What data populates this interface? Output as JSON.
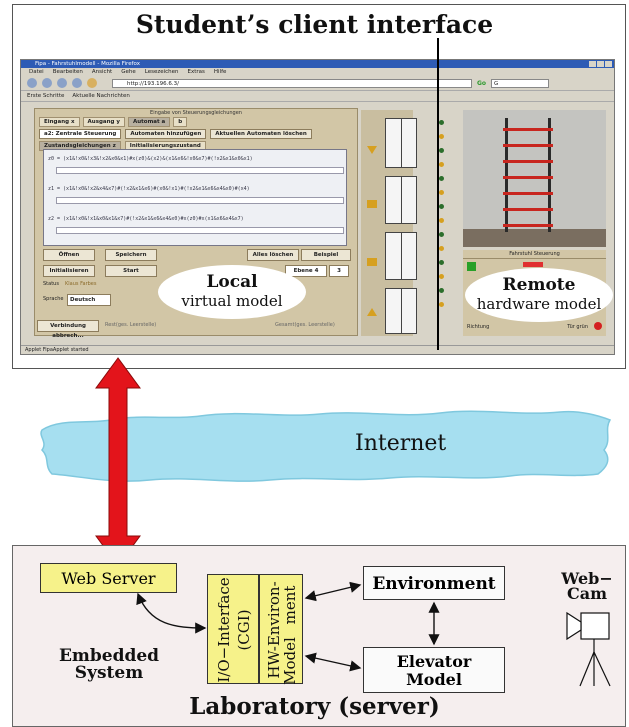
{
  "client": {
    "title": "Student’s client interface",
    "browser": {
      "window_title": "Fipa - Fahrstuhlmodell - Mozilla Firefox",
      "menu": [
        "Datei",
        "Bearbeiten",
        "Ansicht",
        "Gehe",
        "Lesezeichen",
        "Extras",
        "Hilfe"
      ],
      "url": "http://193.196.6.3/",
      "go_label": "Go",
      "search_value": "G",
      "bookmarks": [
        "Erste Schritte",
        "Aktuelle Nachrichten"
      ],
      "status": "Applet FipaApplet started"
    },
    "applet": {
      "header": "Eingabe von Steuerungsgleichungen",
      "tabs": [
        "Eingang x",
        "Ausgang y",
        "Automat a",
        "b"
      ],
      "controller_select": "a2: Zentrale Steuerung",
      "add_automaton": "Automaten hinzufügen",
      "update_automaton": "Aktuellen Automaten löschen",
      "subtabs": [
        "Zustandsgleichungen z",
        "Initialisierungszustand"
      ],
      "equations": [
        "z0 = (x1&!x0&!x3&!x2&x0&x1)#x(z0)&(x2)&(x1&x6&!x0&x7)#(!x2&x1&x0&x1)",
        "z1 = (x1&!x0&!x2&x4&x7)#(!x2&x1&x6)#(x0&!x1)#(!x2&x1&x6&x4&x0)#(x4)",
        "z2 = (x1&!x0&!x1&x0&x1&x7)#(!x2&x1&x6&x4&x0)#x(z0)#x(x1&x6&x4&x7)"
      ],
      "buttons": {
        "open": "Öffnen",
        "save": "Speichern",
        "clear_all": "Alles löschen",
        "example": "Beispiel",
        "initialize": "Initialisieren",
        "start": "Start",
        "connect": "Verbindung abbrech..."
      },
      "status_label": "Status",
      "status_value": "Klaus Farbes",
      "language_label": "Sprache",
      "language_value": "Deutsch",
      "speed_value": "Ebene 4",
      "speed_num": "3",
      "footer_left": "Rest(ges. Leerstelle)",
      "footer_right": "Gesamt(ges. Leerstelle)"
    },
    "remote_panel": {
      "title": "Fahrstuhl Steuerung",
      "footer_left": "Richtung",
      "footer_right": "Tür grün"
    },
    "local_label": {
      "title": "Local",
      "subtitle": "virtual model"
    },
    "remote_label": {
      "title": "Remote",
      "subtitle": "hardware model"
    }
  },
  "internet": {
    "label": "Internet"
  },
  "lab": {
    "title": "Laboratory (server)",
    "web_server": "Web Server",
    "io_interface": "I/O−Interface",
    "cgi": "(CGI)",
    "hw_environ": "HW-Environ-",
    "ment": "ment",
    "model": "Model",
    "environment": "Environment",
    "elevator_model": [
      "Elevator",
      "Model"
    ],
    "embedded_system": [
      "Embedded",
      "System"
    ],
    "webcam": [
      "Web−",
      "Cam"
    ]
  },
  "colors": {
    "arrow": "#e3141b",
    "cloud": "#a6dff0",
    "yellow_box": "#f6f28a",
    "lab_bg": "#f5eeee",
    "applet_bg": "#d2c6a6"
  }
}
